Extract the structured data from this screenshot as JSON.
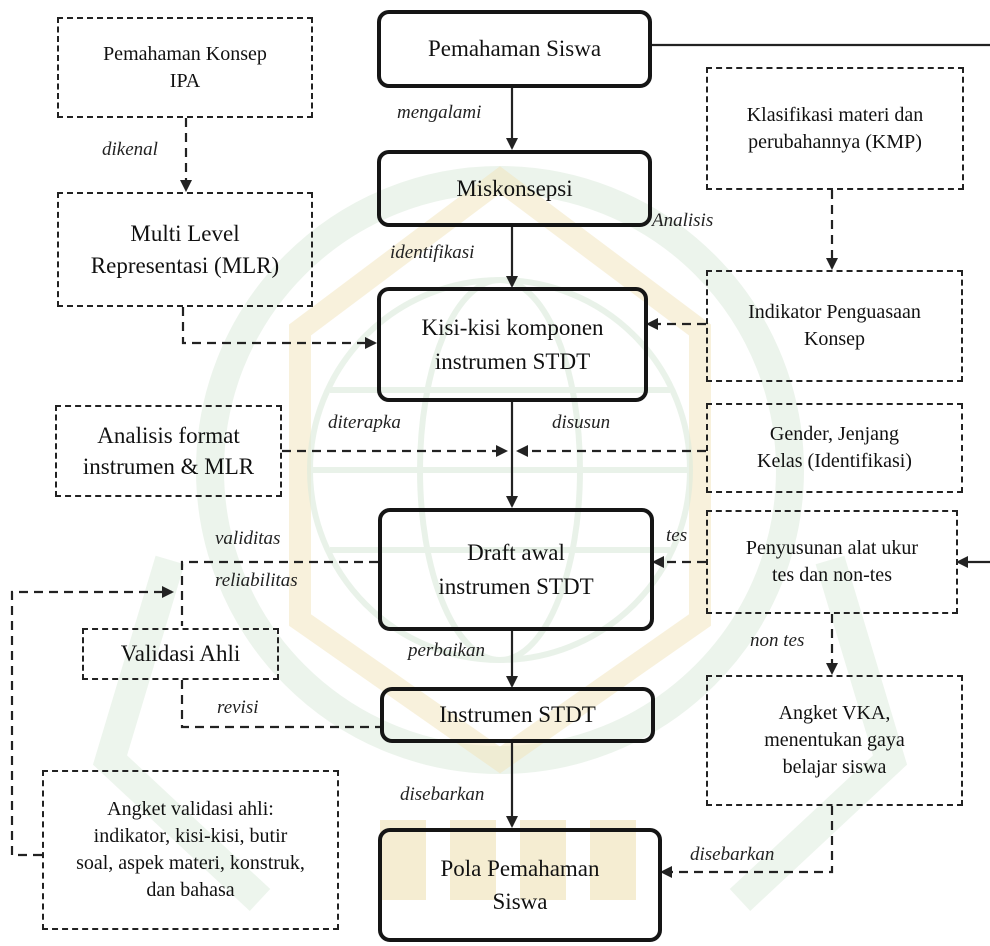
{
  "boxes": {
    "pemahaman_siswa": "Pemahaman Siswa",
    "miskonsepsi": "Miskonsepsi",
    "kisi_kisi": "Kisi-kisi komponen\ninstrumen STDT",
    "draft_awal": "Draft awal\ninstrumen STDT",
    "instrumen_stdt": "Instrumen STDT",
    "pola_pemahaman": "Pola Pemahaman\nSiswa",
    "pemahaman_konsep_ipa": "Pemahaman Konsep\nIPA",
    "multi_level": "Multi Level\nRepresentasi (MLR)",
    "analisis_format": "Analisis format\ninstrumen & MLR",
    "validasi_ahli": "Validasi Ahli",
    "angket_validasi": "Angket validasi ahli:\nindikator, kisi-kisi, butir\nsoal, aspek materi, konstruk,\ndan bahasa",
    "klasifikasi_materi": "Klasifikasi materi dan\nperubahannya (KMP)",
    "indikator_penguasaan": "Indikator Penguasaan\nKonsep",
    "gender_jenjang": "Gender, Jenjang\nKelas (Identifikasi)",
    "penyusunan_alat": "Penyusunan alat ukur\ntes dan non-tes",
    "angket_vka": "Angket VKA,\nmenentukan gaya\nbelajar siswa"
  },
  "labels": {
    "mengalami": "mengalami",
    "identifikasi": "identifikasi",
    "dikenal": "dikenal",
    "analisis": "Analisis",
    "diterapka": "diterapka",
    "disusun": "disusun",
    "tes": "tes",
    "validitas": "validitas",
    "reliabilitas": "reliabilitas",
    "perbaikan": "perbaikan",
    "revisi": "revisi",
    "non_tes": "non tes",
    "disebarkan_center": "disebarkan",
    "disebarkan_right": "disebarkan"
  },
  "colors": {
    "line": "#222222",
    "watermark_green": "#cfe6cf",
    "watermark_gold": "#f1e3b8"
  }
}
